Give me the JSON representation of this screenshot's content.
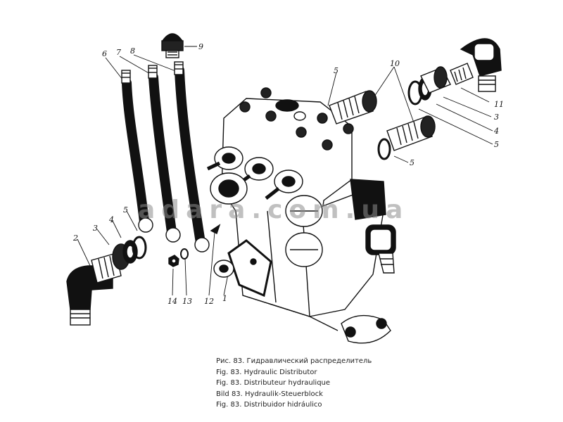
{
  "callouts": {
    "c1": "1",
    "c2": "2",
    "c3a": "3",
    "c3b": "3",
    "c4a": "4",
    "c4b": "4",
    "c5a": "5",
    "c5b": "5",
    "c5c": "5",
    "c5d": "5",
    "c6": "6",
    "c7": "7",
    "c8": "8",
    "c9": "9",
    "c10": "10",
    "c11": "11",
    "c12": "12",
    "c13": "13",
    "c14": "14"
  },
  "watermark": "adara.com.ua",
  "caption": {
    "ru": "Рис. 83. Гидравлический распределитель",
    "en": "Fig. 83. Hydraulic Distributor",
    "fr": "Fig. 83. Distributeur hydraulique",
    "de": "Bild 83. Hydraulik-Steuerblock",
    "es": "Fig. 83. Distribuidor hidráulico"
  }
}
